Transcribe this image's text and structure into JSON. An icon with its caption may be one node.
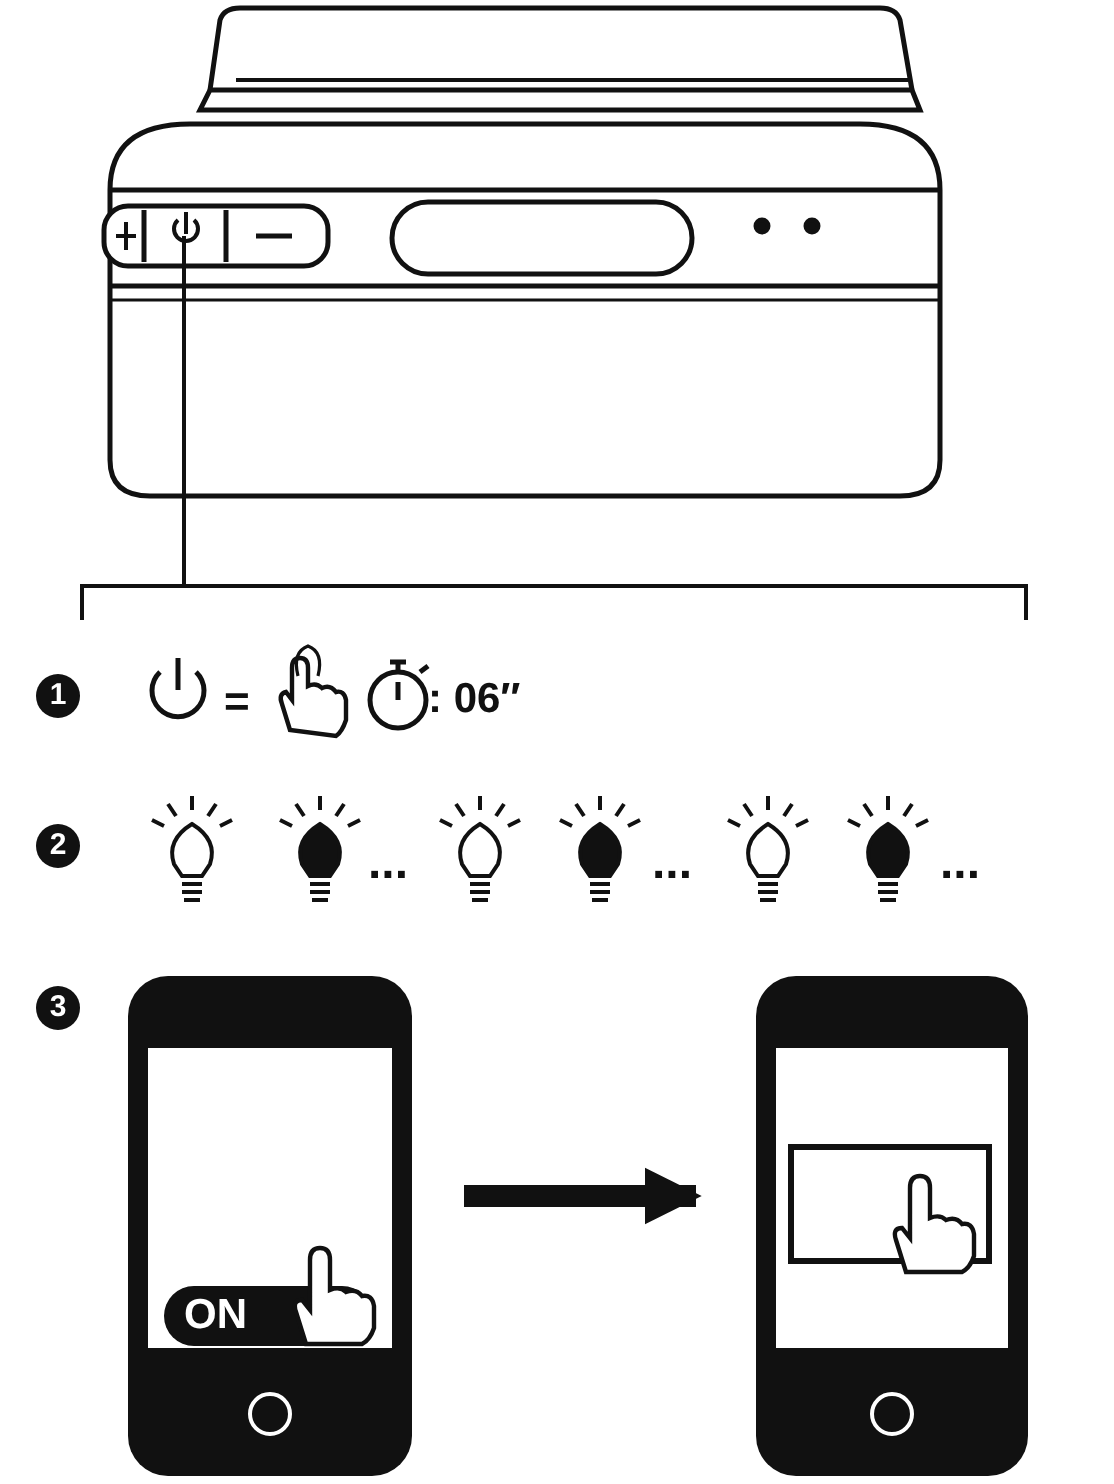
{
  "diagram": {
    "nodes": [
      {
        "text": [],
        "shape": "phone"
      },
      {
        "text": [
          "ON"
        ],
        "in": 0
      },
      {
        "text": [],
        "shape": "phone"
      },
      {
        "text": [],
        "shape": "box",
        "in": 2
      }
    ],
    "edges": [
      {
        "from": 0,
        "to": 2,
        "arrow": "to"
      }
    ],
    "labels": [
      "1",
      "=",
      ": 06″",
      "2",
      "...",
      "...",
      "...",
      "3"
    ]
  }
}
